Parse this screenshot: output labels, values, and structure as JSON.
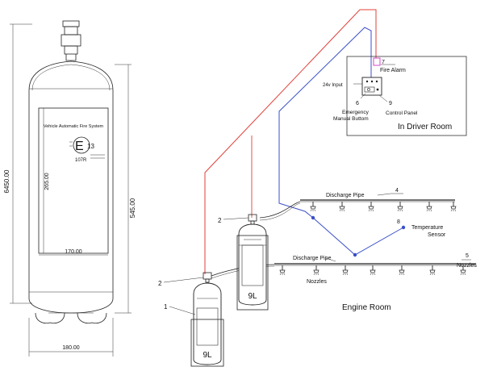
{
  "drawing": {
    "dims": {
      "total_height": "6450.00",
      "cylinder_height": "545.00",
      "label_height": "265.00",
      "label_width": "170.00",
      "body_width": "180.00"
    },
    "label": {
      "system_name": "Vehicle Automatic Fire System",
      "mark_letter": "E",
      "mark_number": "13",
      "mark_code": "107R"
    }
  },
  "callouts": {
    "n1": "1",
    "n2a": "2",
    "n2b": "2",
    "n4": "4",
    "n5": "5",
    "n6": "6",
    "n7": "7",
    "n8": "8",
    "n9": "9"
  },
  "labels": {
    "fire_alarm": "Fire Alarm",
    "input_24v": "24v Input",
    "emergency_line1": "Emergency",
    "emergency_line2": "Manual Buttom",
    "control_panel": "Control Panel",
    "driver_room": "In Driver Room",
    "discharge_pipe_upper": "Discharge Pipe",
    "discharge_pipe_lower": "Discharge Pipe",
    "temp_sensor_line1": "Temperature",
    "temp_sensor_line2": "Sensor",
    "nozzles_right": "Nozzles",
    "nozzles_lower": "Nozzles",
    "engine_room": "Engine Room",
    "cyl_small_volume": "9L",
    "cyl_large_volume": "9L"
  },
  "colors": {
    "alarm_wire": "#e0403a",
    "sensor_wire": "#3a4fc8",
    "alarm_indicator": "#d048c8"
  }
}
